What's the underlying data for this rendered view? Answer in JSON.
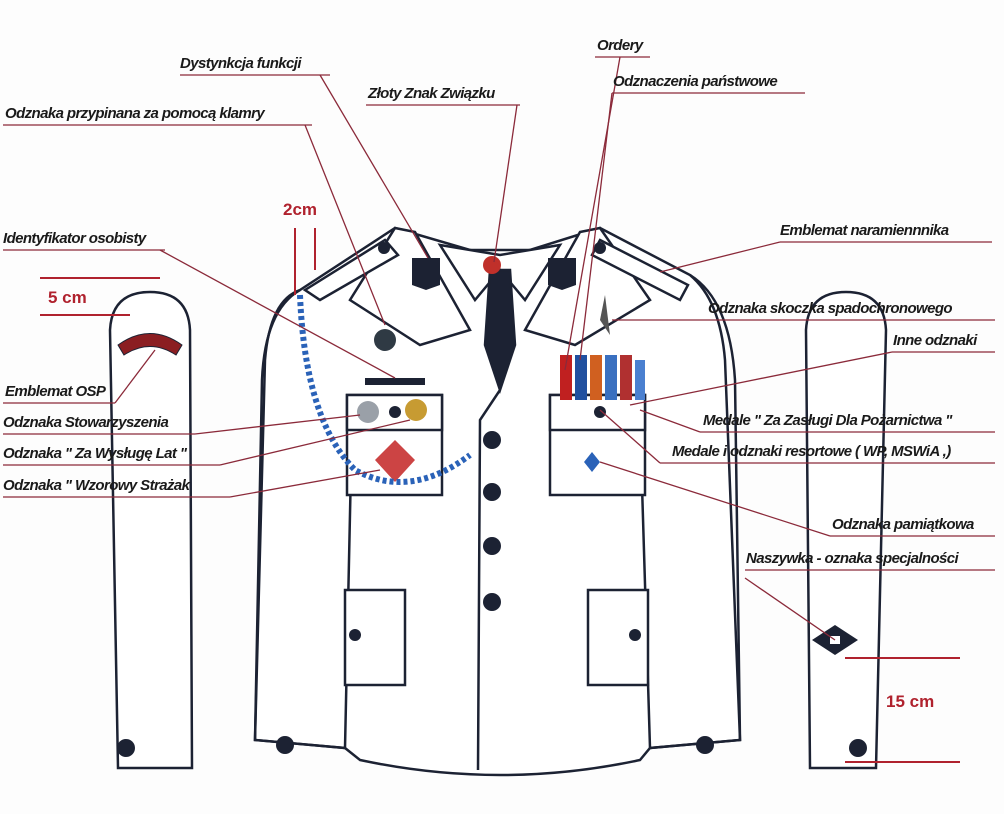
{
  "labels": {
    "ordery": "Ordery",
    "dystynkcja": "Dystynkcja funkcji",
    "odznaczenia": "Odznaczenia państwowe",
    "zloty_znak": "Złoty Znak Związku",
    "klamra": "Odznaka przypinana za pomocą klamry",
    "identyfikator": "Identyfikator osobisty",
    "naramiennik": "Emblemat naramiennnika",
    "skoczek": "Odznaka skoczka spadochronowego",
    "inne": "Inne odznaki",
    "emblemat_osp": "Emblemat OSP",
    "stowarzyszenie": "Odznaka Stowarzyszenia",
    "pozarnictwo": "Medale \" Za Zasługi Dla Pożarnictwa \"",
    "wysluga": "Odznaka \" Za Wysługę Lat \"",
    "resortowe": "Medale i odznaki resortowe ( WP, MSWiA ,)",
    "wzorowy": "Odznaka \" Wzorowy Strażak",
    "pamiatkowa": "Odznaka pamiątkowa",
    "naszywka": "Naszywka - oznaka specjalności"
  },
  "measurements": {
    "m2": "2cm",
    "m5": "5 cm",
    "m15": "15 cm"
  },
  "colors": {
    "leader": "#8b2a3a",
    "measure": "#b0222e",
    "outline": "#1c2233",
    "cord": "#2a62b8"
  }
}
